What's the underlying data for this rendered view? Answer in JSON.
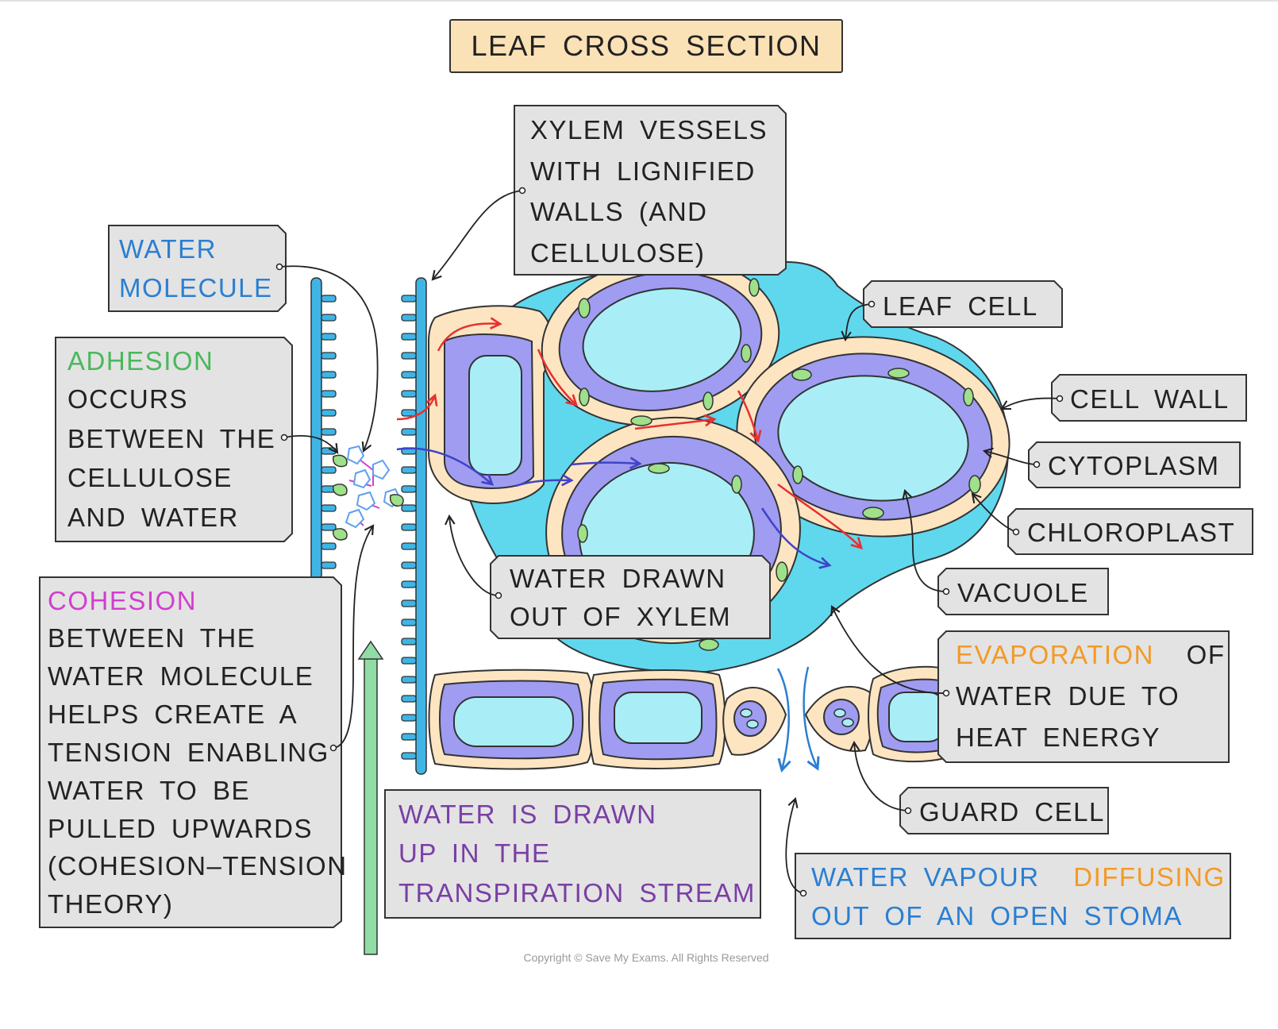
{
  "title": "LEAF CROSS SECTION",
  "colors": {
    "title_fill": "#fbe1b6",
    "box_fill": "#e3e3e3",
    "intercellular": "#5fd8ee",
    "cytoplasm": "#9f9cf2",
    "vacuole": "#a9eef7",
    "cell_wall": "#fde5c2",
    "chloroplast": "#9fe08a",
    "xylem": "#3fb5e6",
    "water_label": "#2b7fd1",
    "adhesion": "#49b85b",
    "cohesion": "#d23ecf",
    "evaporation": "#f39a26",
    "stream_text": "#7a3fa5",
    "red_arrow": "#e83030",
    "blue_arrow": "#4242c8",
    "stream_arrow": "#90dca5"
  },
  "labels": {
    "water_molecule": [
      "WATER",
      "MOLECULE"
    ],
    "adhesion": {
      "keyword": "ADHESION",
      "lines": [
        "OCCURS",
        "BETWEEN  THE",
        "CELLULOSE",
        "AND  WATER"
      ]
    },
    "cohesion": {
      "keyword": "COHESION",
      "lines": [
        "BETWEEN  THE",
        "WATER MOLECULE",
        "HELPS  CREATE  A",
        "TENSION  ENABLING",
        "WATER  TO  BE",
        "PULLED  UPWARDS",
        "(COHESION–TENSION",
        "THEORY)"
      ]
    },
    "xylem_vessels": [
      "XYLEM  VESSELS",
      "WITH  LIGNIFIED",
      "WALLS  (AND",
      "CELLULOSE)"
    ],
    "leaf_cell": "LEAF  CELL",
    "cell_wall": "CELL  WALL",
    "cytoplasm": "CYTOPLASM",
    "chloroplast": "CHLOROPLAST",
    "vacuole": "VACUOLE",
    "water_drawn_out": [
      "WATER  DRAWN",
      "OUT  OF  XYLEM"
    ],
    "evaporation": {
      "keyword": "EVAPORATION",
      "rest": "OF",
      "lines": [
        "WATER  DUE  TO",
        "HEAT  ENERGY"
      ]
    },
    "guard_cell": "GUARD  CELL",
    "transpiration": [
      "WATER  IS  DRAWN",
      "UP  IN  THE",
      "TRANSPIRATION  STREAM"
    ],
    "water_vapour": {
      "part1": "WATER  VAPOUR",
      "part2": "DIFFUSING",
      "line2": "OUT  OF  AN  OPEN  STOMA"
    }
  },
  "copyright": "Copyright © Save My Exams. All Rights Reserved"
}
